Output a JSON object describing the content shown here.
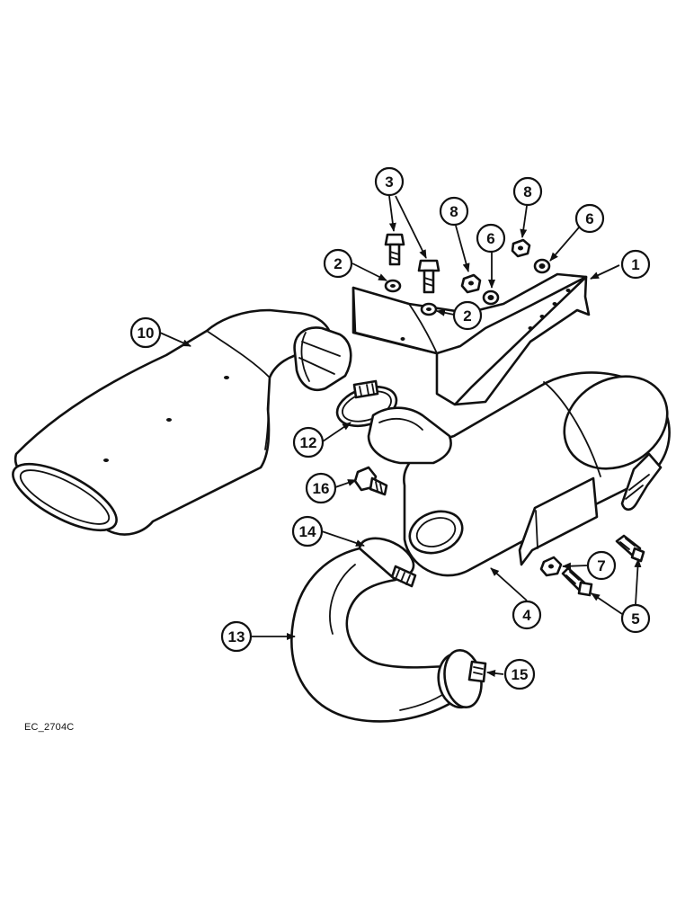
{
  "drawing": {
    "reference_code": "EC_2704C",
    "line_color": "#111111",
    "background_color": "#ffffff"
  },
  "callouts": [
    {
      "id": "c1",
      "label": "1"
    },
    {
      "id": "c2a",
      "label": "2"
    },
    {
      "id": "c2b",
      "label": "2"
    },
    {
      "id": "c3",
      "label": "3"
    },
    {
      "id": "c4",
      "label": "4"
    },
    {
      "id": "c5",
      "label": "5"
    },
    {
      "id": "c6a",
      "label": "6"
    },
    {
      "id": "c6b",
      "label": "6"
    },
    {
      "id": "c7",
      "label": "7"
    },
    {
      "id": "c8a",
      "label": "8"
    },
    {
      "id": "c8b",
      "label": "8"
    },
    {
      "id": "c10",
      "label": "10"
    },
    {
      "id": "c12",
      "label": "12"
    },
    {
      "id": "c13",
      "label": "13"
    },
    {
      "id": "c14",
      "label": "14"
    },
    {
      "id": "c15",
      "label": "15"
    },
    {
      "id": "c16",
      "label": "16"
    }
  ]
}
